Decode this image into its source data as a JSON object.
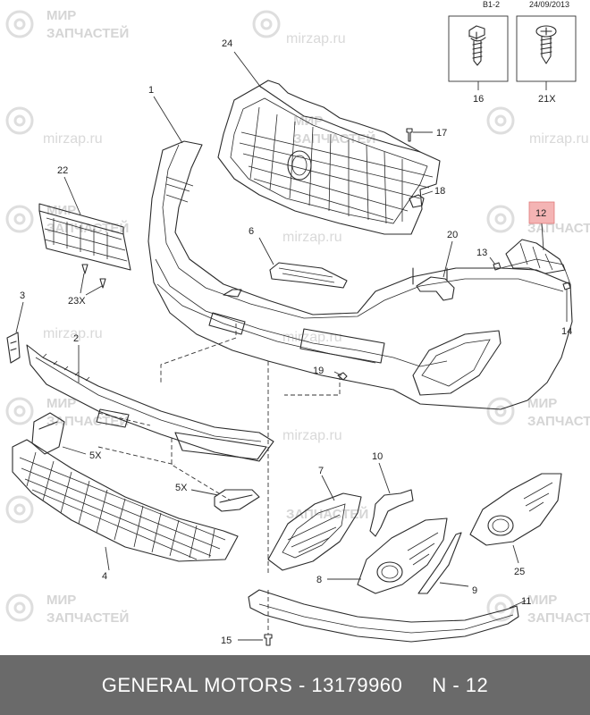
{
  "header": {
    "code": "B1-2",
    "date": "24/09/2013"
  },
  "watermark": {
    "brand_line1": "МИР",
    "brand_line2": "ЗАПЧАСТЕЙ",
    "url": "mirzap.ru"
  },
  "callouts": {
    "c1": "1",
    "c2": "2",
    "c3": "3",
    "c4": "4",
    "c5a": "5X",
    "c5b": "5X",
    "c6": "6",
    "c7": "7",
    "c8": "8",
    "c9": "9",
    "c10": "10",
    "c11": "11",
    "c12": "12",
    "c13": "13",
    "c14": "14",
    "c15": "15",
    "c16": "16",
    "c17": "17",
    "c18": "18",
    "c19": "19",
    "c20": "20",
    "c21": "21X",
    "c22": "22",
    "c23": "23X",
    "c24": "24",
    "c25": "25"
  },
  "highlight": {
    "color": "#f4b4b4"
  },
  "footer": {
    "brand": "GENERAL MOTORS",
    "separator": " - ",
    "part_number": "13179960",
    "gap": "     ",
    "ref": "N - 12"
  }
}
